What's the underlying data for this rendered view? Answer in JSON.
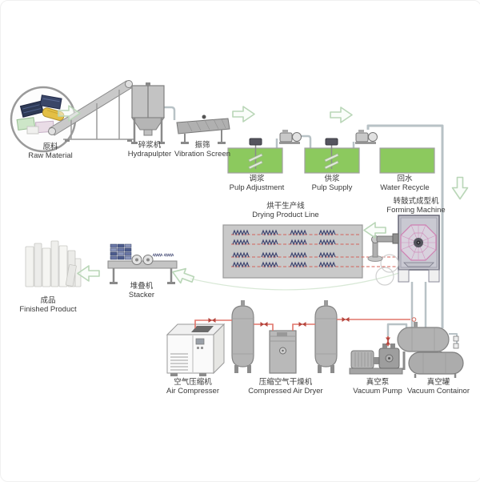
{
  "diagram": {
    "type": "pulp-molding-production-line-flow",
    "stages": {
      "raw_material": {
        "cn": "原料",
        "en": "Raw Material"
      },
      "hydrapulpter": {
        "cn": "碎浆机",
        "en": "Hydrapulpter"
      },
      "vibration_screen": {
        "cn": "振筛",
        "en": "Vibration Screen"
      },
      "pulp_adjustment": {
        "cn": "调浆",
        "en": "Pulp Adjustment"
      },
      "pulp_supply": {
        "cn": "供浆",
        "en": "Pulp Supply"
      },
      "water_recycle": {
        "cn": "回水",
        "en": "Water Recycle"
      },
      "forming_machine": {
        "cn": "转鼓式成型机",
        "en": "Forming Machine"
      },
      "drying_product_line": {
        "cn": "烘干生产线",
        "en": "Drying Product Line"
      },
      "stacker": {
        "cn": "堆叠机",
        "en": "Stacker"
      },
      "finished_product": {
        "cn": "成品",
        "en": "Finished Product"
      },
      "air_compressor": {
        "cn": "空气压缩机",
        "en": "Air Compresser"
      },
      "compressed_air_dryer": {
        "cn": "压缩空气干燥机",
        "en": "Compressed Air Dryer"
      },
      "vacuum_pump": {
        "cn": "真空泵",
        "en": "Vacuum Pump"
      },
      "vacuum_container": {
        "cn": "真空罐",
        "en": "Vacuum Containor"
      }
    },
    "colors": {
      "tank_green": "#8cc95e",
      "pipe_red": "#e0756a",
      "dash_red": "#d4635a",
      "tray_navy": "#3d4470",
      "drum_pink": "#cf7fb2",
      "machine_gray": "#b9b9b9",
      "arrow_green_outline": "#b9d6b7"
    }
  }
}
